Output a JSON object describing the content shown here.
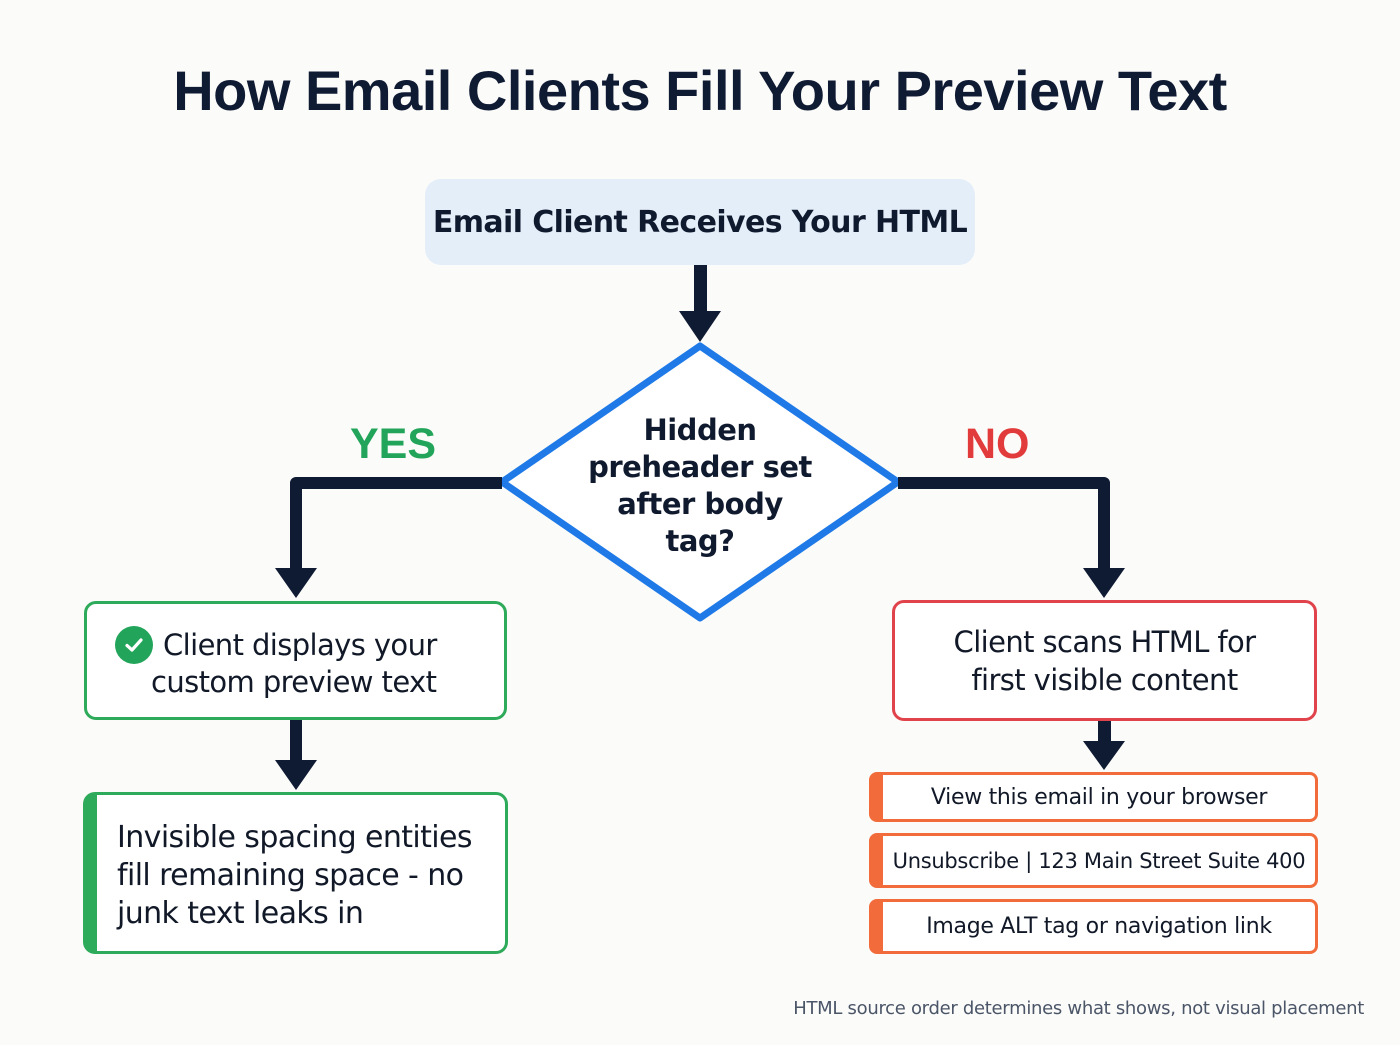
{
  "title": "How Email Clients Fill Your Preview Text",
  "colors": {
    "background": "#fbfbf9",
    "title": "#0f1a33",
    "connector": "#0f1a33",
    "start_fill": "#e4eef9",
    "decision_stroke": "#1f7ae8",
    "yes": "#22a55a",
    "no": "#e23b3b",
    "yes_box_border": "#2daa5a",
    "no_box_border": "#e0434b",
    "fallback_border": "#f26b3a",
    "footnote": "#4b5568"
  },
  "nodes": {
    "start": {
      "label": "Email Client Receives Your HTML"
    },
    "decision": {
      "lines": [
        "Hidden",
        "preheader set",
        "after body",
        "tag?"
      ]
    },
    "yes_branch": {
      "label": "YES",
      "result": {
        "icon": "check-circle-icon",
        "lines": [
          "Client displays your",
          "custom preview text"
        ]
      },
      "detail": {
        "lines": [
          "Invisible spacing entities",
          "fill remaining space - no",
          "junk text leaks in"
        ]
      }
    },
    "no_branch": {
      "label": "NO",
      "result": {
        "lines": [
          "Client scans HTML for",
          "first visible content"
        ]
      },
      "examples": [
        {
          "label": "View this email in your browser"
        },
        {
          "label": "Unsubscribe | 123 Main Street Suite 400"
        },
        {
          "label": "Image ALT tag or navigation link"
        }
      ]
    }
  },
  "footnote": "HTML source order determines what shows, not visual placement"
}
